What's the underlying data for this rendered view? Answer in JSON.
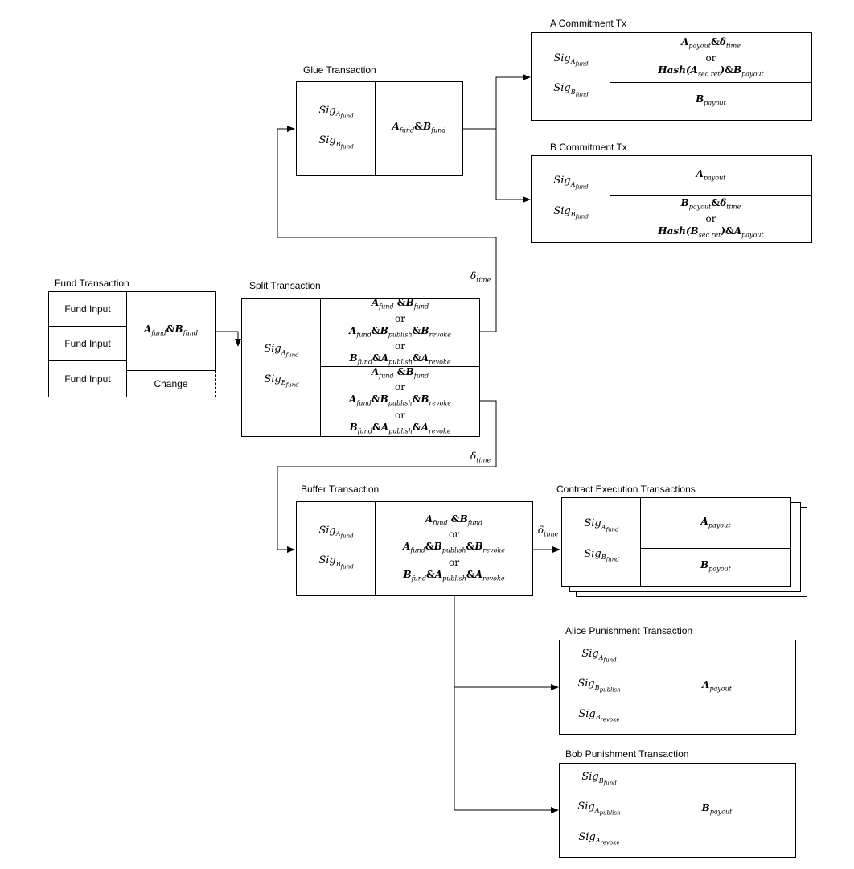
{
  "titles": {
    "fund": "Fund Transaction",
    "split": "Split Transaction",
    "glue": "Glue Transaction",
    "a_commit": "A Commitment Tx",
    "b_commit": "B Commitment Tx",
    "buffer": "Buffer Transaction",
    "cet": "Contract Execution Transactions",
    "alice_pun": "Alice Punishment Transaction",
    "bob_pun": "Bob Punishment Transaction"
  },
  "fund": {
    "input_1": "Fund Input",
    "input_2": "Fund Input",
    "input_3": "Fund Input",
    "change": "Change"
  },
  "sym": {
    "sig": "Sig",
    "A": "A",
    "B": "B",
    "Hash": "Hash",
    "delta": "δ",
    "amp": "&",
    "or": "or",
    "fund": "fund",
    "payout": "payout",
    "publish": "publish",
    "revoke": "revoke",
    "time": "time",
    "secret": "sec ret"
  }
}
